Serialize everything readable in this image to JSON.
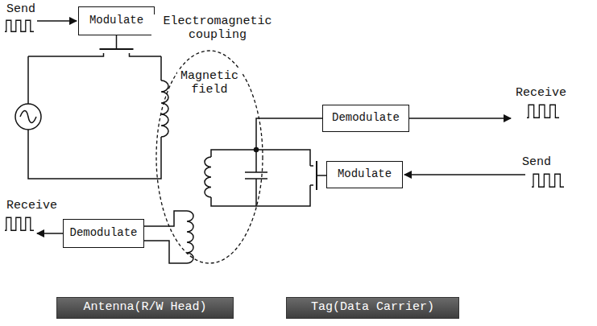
{
  "diagram": {
    "nodes": [
      {
        "text": [
          "Modulate"
        ]
      },
      {
        "text": [
          "Demodulate"
        ]
      },
      {
        "text": [
          "Modulate"
        ]
      },
      {
        "text": [
          "Demodulate"
        ]
      },
      {
        "text": [
          "Antenna(R/W Head)"
        ]
      },
      {
        "text": [
          "Tag(Data Carrier)"
        ]
      }
    ],
    "labels": [
      "Send",
      "Electromagnetic coupling",
      "Receive",
      "Magnetic field",
      "Send",
      "Receive"
    ]
  }
}
